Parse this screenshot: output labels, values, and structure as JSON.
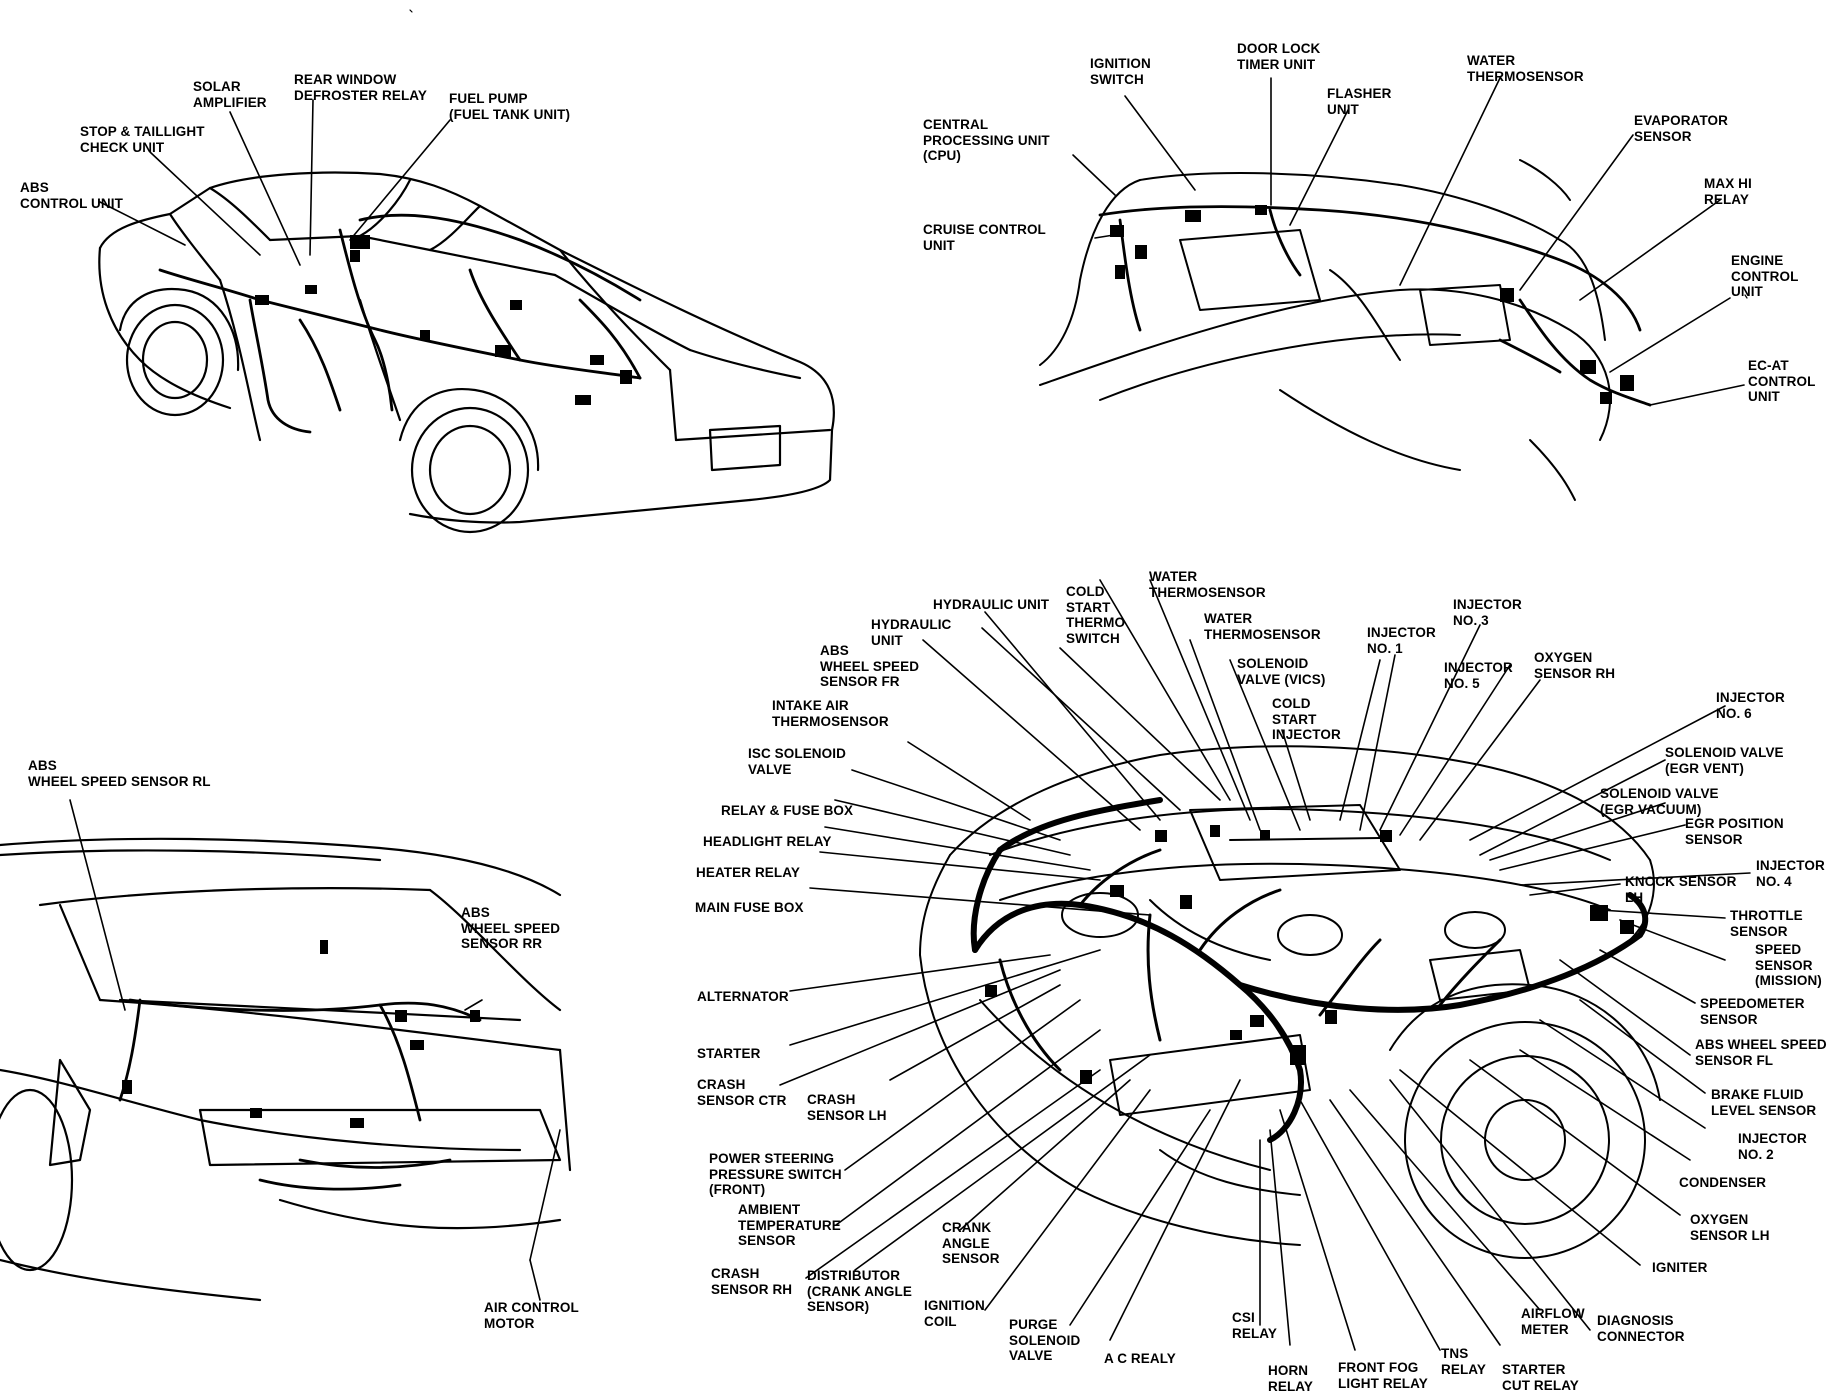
{
  "diagrams": [
    {
      "id": "interior",
      "labels": [
        {
          "key": "solar",
          "text": "SOLAR\nAMPLIFIER"
        },
        {
          "key": "rwd",
          "text": "REAR WINDOW\nDEFROSTER RELAY"
        },
        {
          "key": "fuelpump",
          "text": "FUEL PUMP\n(FUEL TANK UNIT)"
        },
        {
          "key": "stop",
          "text": "STOP & TAILLIGHT\nCHECK UNIT"
        },
        {
          "key": "abscu",
          "text": "ABS\nCONTROL UNIT"
        }
      ]
    },
    {
      "id": "dash",
      "labels": [
        {
          "key": "ign",
          "text": "IGNITION\nSWITCH"
        },
        {
          "key": "door",
          "text": "DOOR LOCK\nTIMER UNIT"
        },
        {
          "key": "water",
          "text": "WATER\nTHERMOSENSOR"
        },
        {
          "key": "flasher",
          "text": "FLASHER\nUNIT"
        },
        {
          "key": "cpu",
          "text": "CENTRAL\nPROCESSING UNIT\n(CPU)"
        },
        {
          "key": "evap",
          "text": "EVAPORATOR\nSENSOR"
        },
        {
          "key": "maxhi",
          "text": "MAX HI\nRELAY"
        },
        {
          "key": "cruise",
          "text": "CRUISE CONTROL\nUNIT"
        },
        {
          "key": "engcu",
          "text": "ENGINE\nCONTROL\nUNIT"
        },
        {
          "key": "ecat",
          "text": "EC-AT\nCONTROL\nUNIT"
        }
      ]
    },
    {
      "id": "rear",
      "labels": [
        {
          "key": "absrl",
          "text": "ABS\nWHEEL SPEED SENSOR RL"
        },
        {
          "key": "absrr",
          "text": "ABS\nWHEEL SPEED\nSENSOR RR"
        },
        {
          "key": "aircm",
          "text": "AIR CONTROL\nMOTOR"
        }
      ]
    },
    {
      "id": "engine",
      "labels": [
        {
          "key": "water1",
          "text": "WATER\nTHERMOSENSOR"
        },
        {
          "key": "hyd1",
          "text": "HYDRAULIC UNIT"
        },
        {
          "key": "cold",
          "text": "COLD\nSTART\nTHERMO\nSWITCH"
        },
        {
          "key": "hyd2",
          "text": "HYDRAULIC\nUNIT"
        },
        {
          "key": "water2",
          "text": "WATER\nTHERMOSENSOR"
        },
        {
          "key": "inj3",
          "text": "INJECTOR\nNO. 3"
        },
        {
          "key": "inj1",
          "text": "INJECTOR\nNO. 1"
        },
        {
          "key": "absfr",
          "text": "ABS\nWHEEL SPEED\nSENSOR FR"
        },
        {
          "key": "vics",
          "text": "SOLENOID\nVALVE (VICS)"
        },
        {
          "key": "inj5",
          "text": "INJECTOR\nNO. 5"
        },
        {
          "key": "o2rh",
          "text": "OXYGEN\nSENSOR RH"
        },
        {
          "key": "intake",
          "text": "INTAKE AIR\nTHERMOSENSOR"
        },
        {
          "key": "csinj",
          "text": "COLD\nSTART\nINJECTOR"
        },
        {
          "key": "inj6",
          "text": "INJECTOR\nNO. 6"
        },
        {
          "key": "isc",
          "text": "ISC SOLENOID\nVALVE"
        },
        {
          "key": "egrvent",
          "text": "SOLENOID VALVE\n(EGR VENT)"
        },
        {
          "key": "egrvac",
          "text": "SOLENOID VALVE\n(EGR VACUUM)"
        },
        {
          "key": "relayfuse",
          "text": "RELAY & FUSE BOX"
        },
        {
          "key": "egrpos",
          "text": "EGR POSITION\nSENSOR"
        },
        {
          "key": "headlight",
          "text": "HEADLIGHT RELAY"
        },
        {
          "key": "inj4",
          "text": "INJECTOR\nNO. 4"
        },
        {
          "key": "heater",
          "text": "HEATER RELAY"
        },
        {
          "key": "knock",
          "text": "KNOCK SENSOR\nLH"
        },
        {
          "key": "mainfuse",
          "text": "MAIN FUSE BOX"
        },
        {
          "key": "throttle",
          "text": "THROTTLE\nSENSOR"
        },
        {
          "key": "speed",
          "text": "SPEED\nSENSOR\n(MISSION)"
        },
        {
          "key": "alt",
          "text": "ALTERNATOR"
        },
        {
          "key": "speedo",
          "text": "SPEEDOMETER\nSENSOR"
        },
        {
          "key": "starter",
          "text": "STARTER"
        },
        {
          "key": "absfl",
          "text": "ABS WHEEL SPEED\nSENSOR FL"
        },
        {
          "key": "crashctr",
          "text": "CRASH\nSENSOR CTR"
        },
        {
          "key": "crashlh",
          "text": "CRASH\nSENSOR LH"
        },
        {
          "key": "brake",
          "text": "BRAKE FLUID\nLEVEL SENSOR"
        },
        {
          "key": "inj2",
          "text": "INJECTOR\nNO. 2"
        },
        {
          "key": "ps",
          "text": "POWER STEERING\nPRESSURE SWITCH\n(FRONT)"
        },
        {
          "key": "condenser",
          "text": "CONDENSER"
        },
        {
          "key": "ambient",
          "text": "AMBIENT\nTEMPERATURE\nSENSOR"
        },
        {
          "key": "crank",
          "text": "CRANK\nANGLE\nSENSOR"
        },
        {
          "key": "o2lh",
          "text": "OXYGEN\nSENSOR LH"
        },
        {
          "key": "crashrh",
          "text": "CRASH\nSENSOR RH"
        },
        {
          "key": "dist",
          "text": "DISTRIBUTOR\n(CRANK ANGLE\nSENSOR)"
        },
        {
          "key": "igniter",
          "text": "IGNITER"
        },
        {
          "key": "igncoil",
          "text": "IGNITION\nCOIL"
        },
        {
          "key": "purge",
          "text": "PURGE\nSOLENOID\nVALVE"
        },
        {
          "key": "airflow",
          "text": "AIRFLOW\nMETER"
        },
        {
          "key": "diag",
          "text": "DIAGNOSIS\nCONNECTOR"
        },
        {
          "key": "csi",
          "text": "CSI\nRELAY"
        },
        {
          "key": "ac",
          "text": "A C REALY"
        },
        {
          "key": "horn",
          "text": "HORN\nRELAY"
        },
        {
          "key": "fog",
          "text": "FRONT FOG\nLIGHT RELAY"
        },
        {
          "key": "tns",
          "text": "TNS\nRELAY"
        },
        {
          "key": "startercut",
          "text": "STARTER\nCUT RELAY"
        }
      ]
    }
  ]
}
